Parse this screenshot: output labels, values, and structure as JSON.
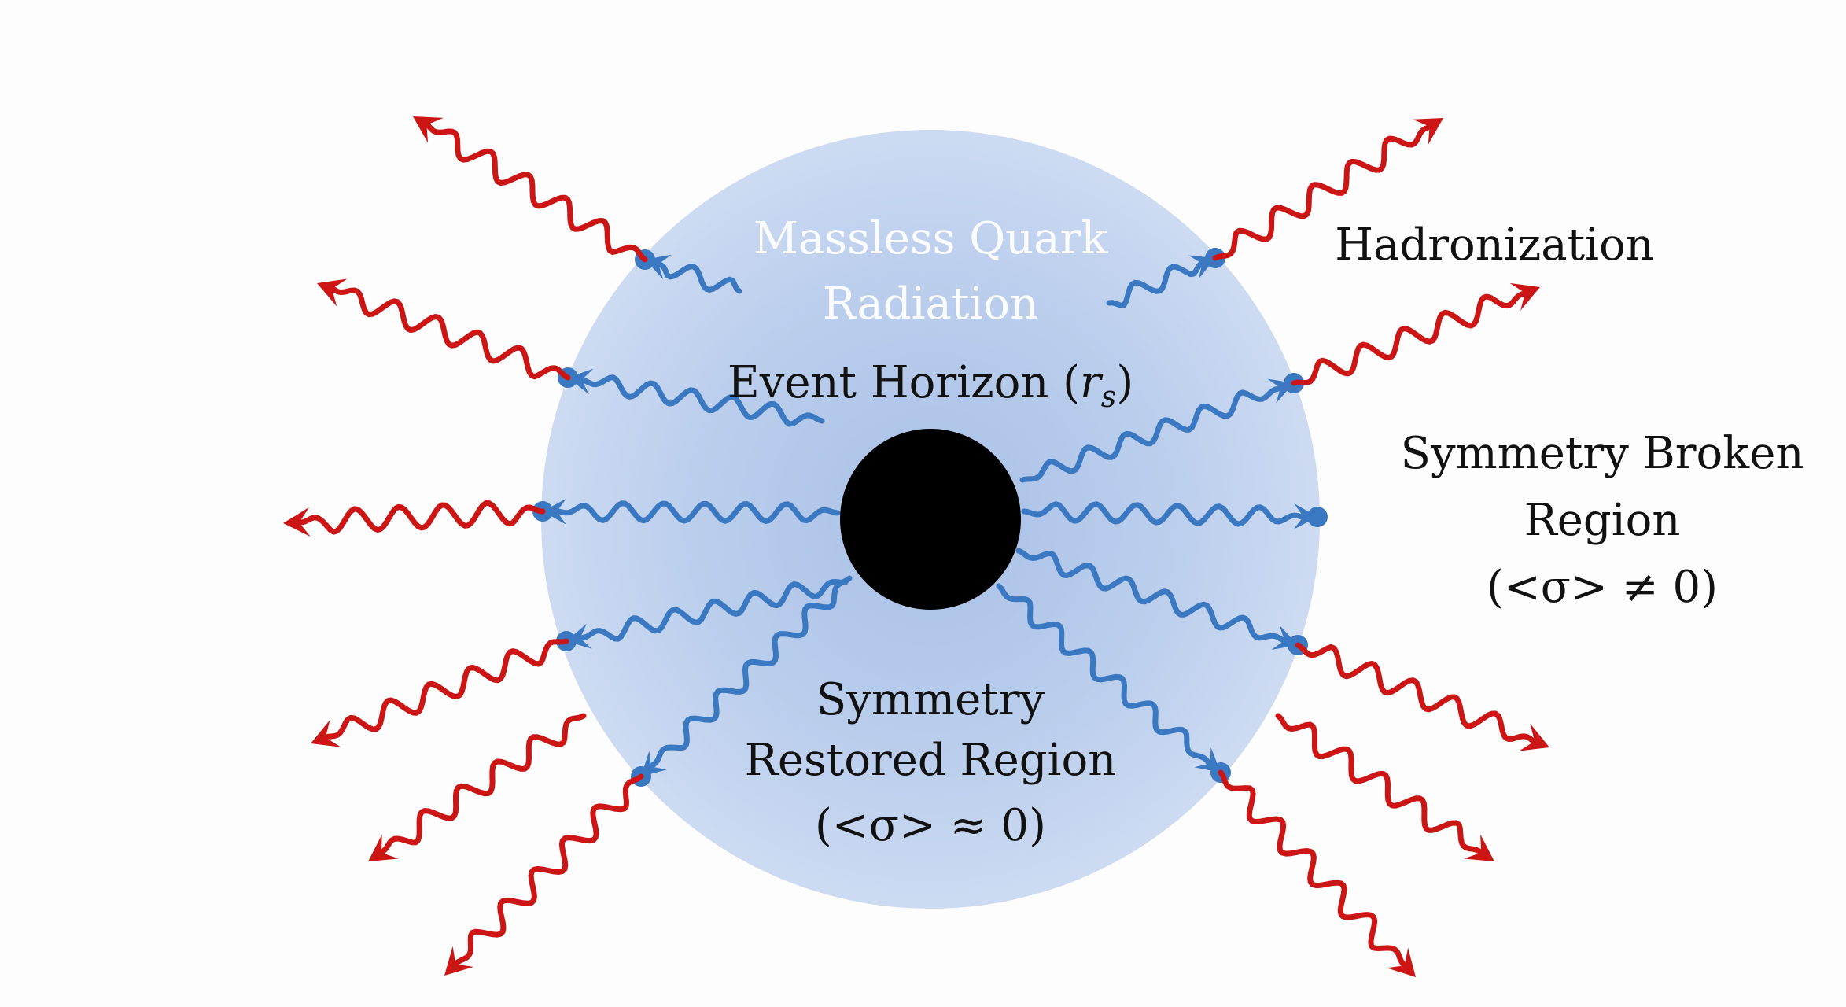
{
  "labels": {
    "massless_line1": "Massless Quark",
    "massless_line2": "Radiation",
    "event_horizon_text": "Event Horizon (",
    "event_horizon_r": "r",
    "event_horizon_sub": "s",
    "event_horizon_close": ")",
    "hadronization": "Hadronization",
    "broken_line1": "Symmetry Broken",
    "broken_line2": "Region",
    "broken_line3": "(<σ> ≠ 0)",
    "restored_line1": "Symmetry",
    "restored_line2": "Restored Region",
    "restored_line3": "(<σ> ≈ 0)"
  },
  "colors": {
    "background": "#fdfdfd",
    "region_fill": "#c3d4ee",
    "black_hole": "#000000",
    "quark_wave": "#3a78c2",
    "hadron_wave": "#cc1515",
    "text": "#111111"
  }
}
